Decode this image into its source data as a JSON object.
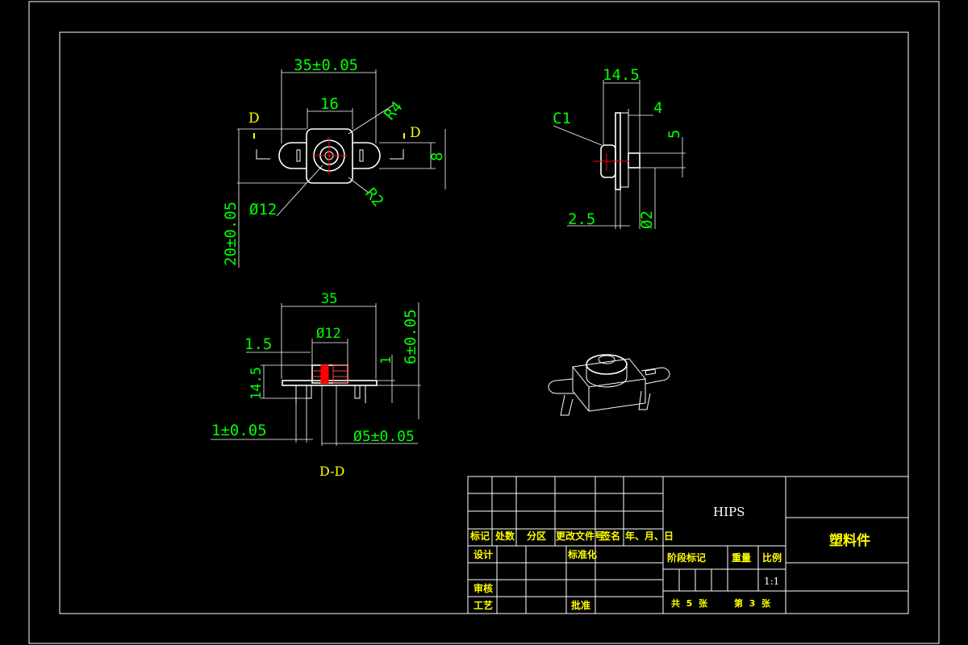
{
  "sheet": {
    "section_marks": {
      "left": "D",
      "right": "D"
    },
    "section_view_label": "D-D"
  },
  "top_view": {
    "dims": {
      "overall_width": "35±0.05",
      "boss_width": "16",
      "corner_radius_outer": "R4",
      "corner_radius_inner": "R2",
      "hole_diameter": "Ø12",
      "tab_height": "8",
      "overall_height": "20±0.05"
    }
  },
  "side_view": {
    "dims": {
      "width": "14.5",
      "flange": "4",
      "chamfer": "C1",
      "pin_height": "5",
      "thickness": "2.5",
      "pin_diameter": "Ø2"
    }
  },
  "section_view": {
    "dims": {
      "width": "35",
      "bore": "Ø12",
      "wall": "1.5",
      "height": "14.5",
      "rib": "1",
      "total_height": "6±0.05",
      "plate": "1±0.05",
      "pin_bore": "Ø5±0.05"
    }
  },
  "title_block": {
    "material": "HIPS",
    "part_name": "塑料件",
    "header_cells": [
      "标记",
      "处数",
      "分区",
      "更改文件号",
      "签名",
      "年、月、日"
    ],
    "design": "设计",
    "standardize": "标准化",
    "review": "审核",
    "process": "工艺",
    "approve": "批准",
    "stage_mark": "阶段标记",
    "weight": "重量",
    "scale_label": "比例",
    "scale_value": "1:1",
    "sheets_total": "共  5  张",
    "sheet_number": "第  3  张"
  }
}
